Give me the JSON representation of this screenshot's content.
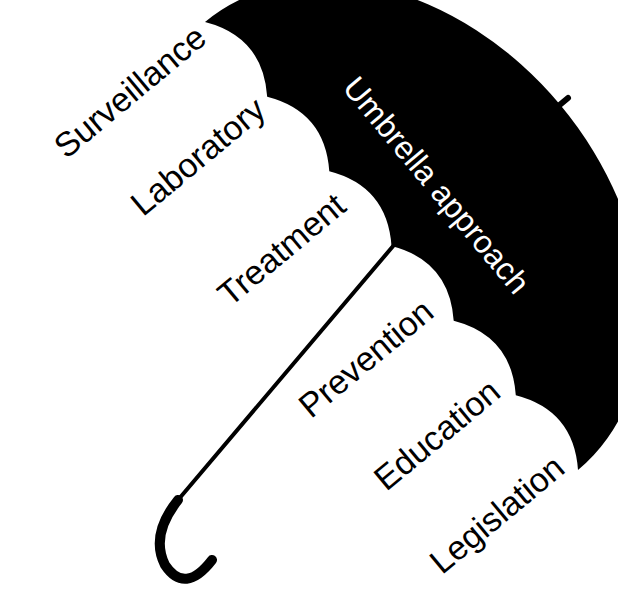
{
  "diagram": {
    "nodes": [
      {
        "text": [
          "Umbrella approach"
        ]
      }
    ],
    "labels": [
      "Surveillance",
      "Laboratory",
      "Treatment",
      "Prevention",
      "Education",
      "Legislation"
    ]
  }
}
